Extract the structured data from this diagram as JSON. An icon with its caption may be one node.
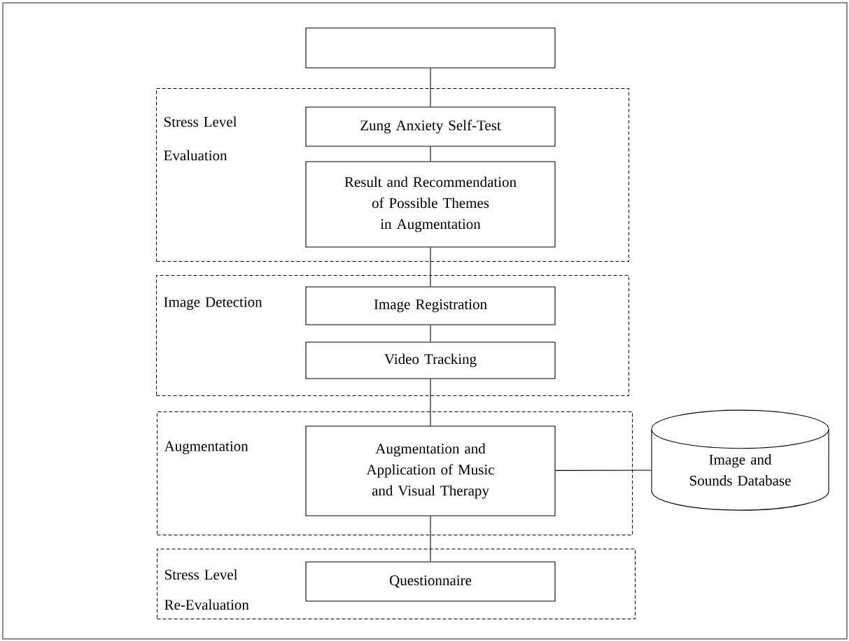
{
  "diagram": {
    "nodes": [
      {
        "text": [],
        "shape": "box"
      },
      {
        "text": [
          "Stress Level Evaluation"
        ]
      },
      {
        "text": [
          "Zung Anxiety Self-Test"
        ],
        "in": 1
      },
      {
        "text": [
          "Result and Recommendation of Possible Themes in Augmentation"
        ],
        "in": 1
      },
      {
        "text": [
          "Image Detection"
        ]
      },
      {
        "text": [
          "Image Registration"
        ],
        "in": 4
      },
      {
        "text": [
          "Video Tracking"
        ],
        "in": 4
      },
      {
        "text": [
          "Augmentation"
        ]
      },
      {
        "text": [
          "Augmentation and Application of Music and Visual Therapy"
        ],
        "in": 7
      },
      {
        "text": [
          "Image and Sounds Database"
        ]
      },
      {
        "text": [
          "Stress Level Re-Evaluation"
        ]
      },
      {
        "text": [
          "Questionnaire"
        ],
        "in": 10
      }
    ],
    "edges": [
      {
        "from": 0,
        "to": 2,
        "arrow": "none"
      },
      {
        "from": 2,
        "to": 3,
        "arrow": "none"
      },
      {
        "from": 3,
        "to": 5,
        "arrow": "none"
      },
      {
        "from": 5,
        "to": 6,
        "arrow": "none"
      },
      {
        "from": 6,
        "to": 8,
        "arrow": "none"
      },
      {
        "from": 8,
        "to": 11,
        "arrow": "none"
      },
      {
        "from": 8,
        "to": 9,
        "arrow": "none"
      }
    ]
  }
}
